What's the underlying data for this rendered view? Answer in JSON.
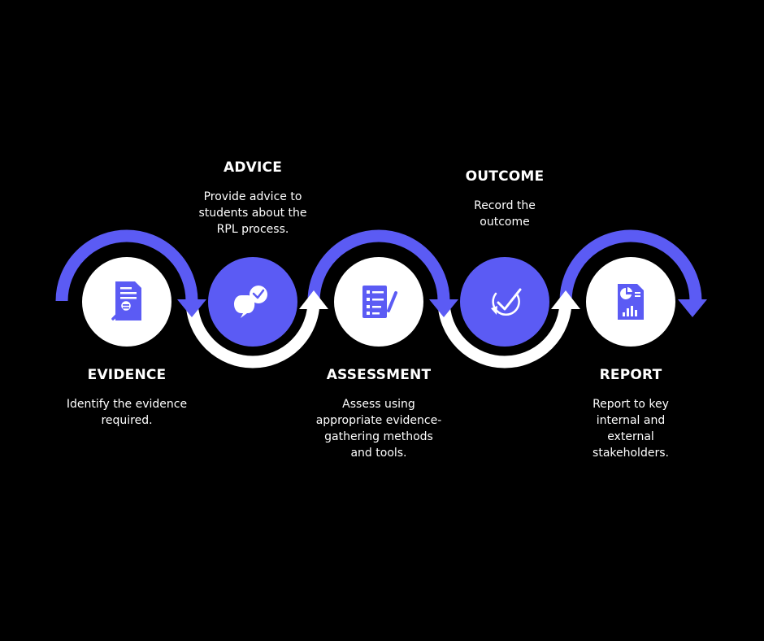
{
  "colors": {
    "background": "#000000",
    "accent": "#5b5bf4",
    "white": "#ffffff",
    "text": "#ffffff"
  },
  "steps": [
    {
      "title": "EVIDENCE",
      "description": "Identify the evidence required.",
      "icon": "document-search-icon"
    },
    {
      "title": "ADVICE",
      "description": "Provide advice to students about the RPL process.",
      "icon": "chat-check-icon"
    },
    {
      "title": "ASSESSMENT",
      "description": "Assess using appropriate evidence-gathering methods and tools.",
      "icon": "checklist-pen-icon"
    },
    {
      "title": "OUTCOME",
      "description": "Record the outcome",
      "icon": "refresh-check-icon"
    },
    {
      "title": "REPORT",
      "description": "Report to key internal and external stakeholders.",
      "icon": "report-chart-icon"
    }
  ]
}
